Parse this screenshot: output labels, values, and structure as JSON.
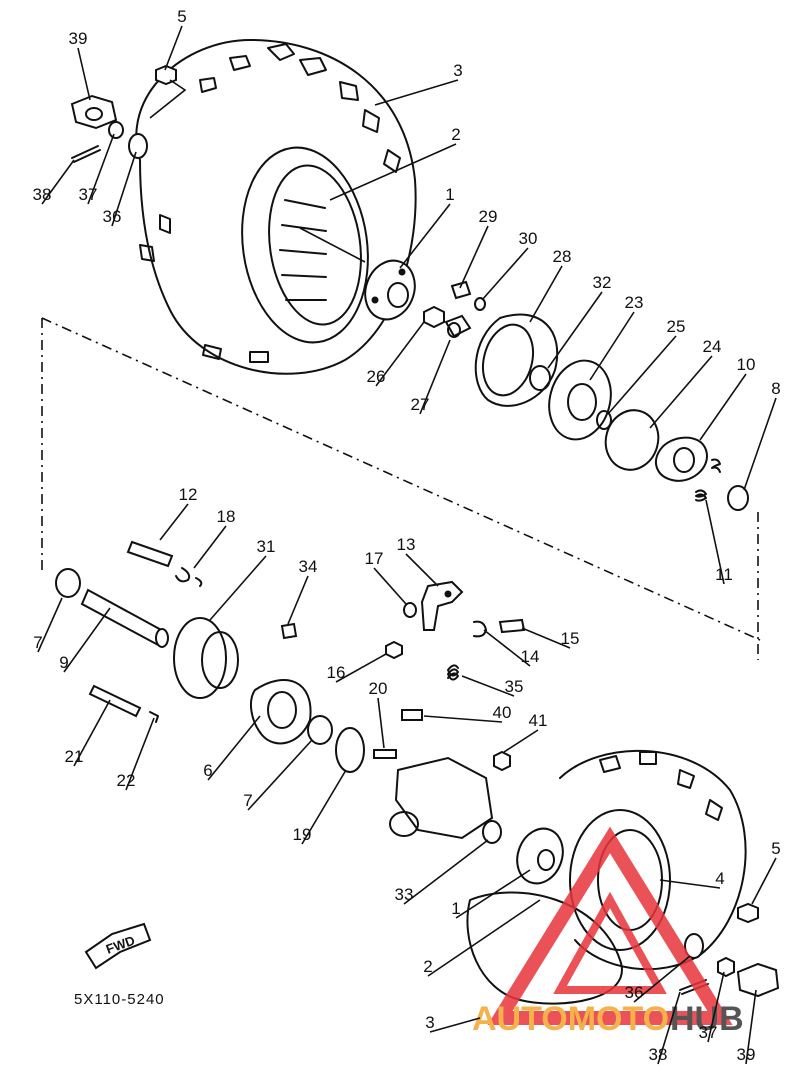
{
  "diagram_code": "5X110-5240",
  "direction_label": "FWD",
  "watermark": {
    "word_a": "AUTOMOTO",
    "word_b": "HUB",
    "color_a": "#f5b24a",
    "color_b": "#555555",
    "logo_color": "#e8343c"
  },
  "callouts": [
    {
      "id": "c5a",
      "label": "5"
    },
    {
      "id": "c39a",
      "label": "39"
    },
    {
      "id": "c3a",
      "label": "3"
    },
    {
      "id": "c2a",
      "label": "2"
    },
    {
      "id": "c38a",
      "label": "38"
    },
    {
      "id": "c37a",
      "label": "37"
    },
    {
      "id": "c36a",
      "label": "36"
    },
    {
      "id": "c1a",
      "label": "1"
    },
    {
      "id": "c29",
      "label": "29"
    },
    {
      "id": "c30",
      "label": "30"
    },
    {
      "id": "c28",
      "label": "28"
    },
    {
      "id": "c32",
      "label": "32"
    },
    {
      "id": "c23",
      "label": "23"
    },
    {
      "id": "c25",
      "label": "25"
    },
    {
      "id": "c24",
      "label": "24"
    },
    {
      "id": "c10",
      "label": "10"
    },
    {
      "id": "c8",
      "label": "8"
    },
    {
      "id": "c26",
      "label": "26"
    },
    {
      "id": "c27",
      "label": "27"
    },
    {
      "id": "c11",
      "label": "11"
    },
    {
      "id": "c12",
      "label": "12"
    },
    {
      "id": "c18",
      "label": "18"
    },
    {
      "id": "c31",
      "label": "31"
    },
    {
      "id": "c34",
      "label": "34"
    },
    {
      "id": "c17",
      "label": "17"
    },
    {
      "id": "c13",
      "label": "13"
    },
    {
      "id": "c15",
      "label": "15"
    },
    {
      "id": "c14",
      "label": "14"
    },
    {
      "id": "c7a",
      "label": "7"
    },
    {
      "id": "c9",
      "label": "9"
    },
    {
      "id": "c16",
      "label": "16"
    },
    {
      "id": "c35",
      "label": "35"
    },
    {
      "id": "c20",
      "label": "20"
    },
    {
      "id": "c40",
      "label": "40"
    },
    {
      "id": "c41",
      "label": "41"
    },
    {
      "id": "c21",
      "label": "21"
    },
    {
      "id": "c22",
      "label": "22"
    },
    {
      "id": "c6",
      "label": "6"
    },
    {
      "id": "c7b",
      "label": "7"
    },
    {
      "id": "c19",
      "label": "19"
    },
    {
      "id": "c33",
      "label": "33"
    },
    {
      "id": "c1b",
      "label": "1"
    },
    {
      "id": "c4",
      "label": "4"
    },
    {
      "id": "c5b",
      "label": "5"
    },
    {
      "id": "c2b",
      "label": "2"
    },
    {
      "id": "c36b",
      "label": "36"
    },
    {
      "id": "c3b",
      "label": "3"
    },
    {
      "id": "c37b",
      "label": "37"
    },
    {
      "id": "c38b",
      "label": "38"
    },
    {
      "id": "c39b",
      "label": "39"
    }
  ]
}
